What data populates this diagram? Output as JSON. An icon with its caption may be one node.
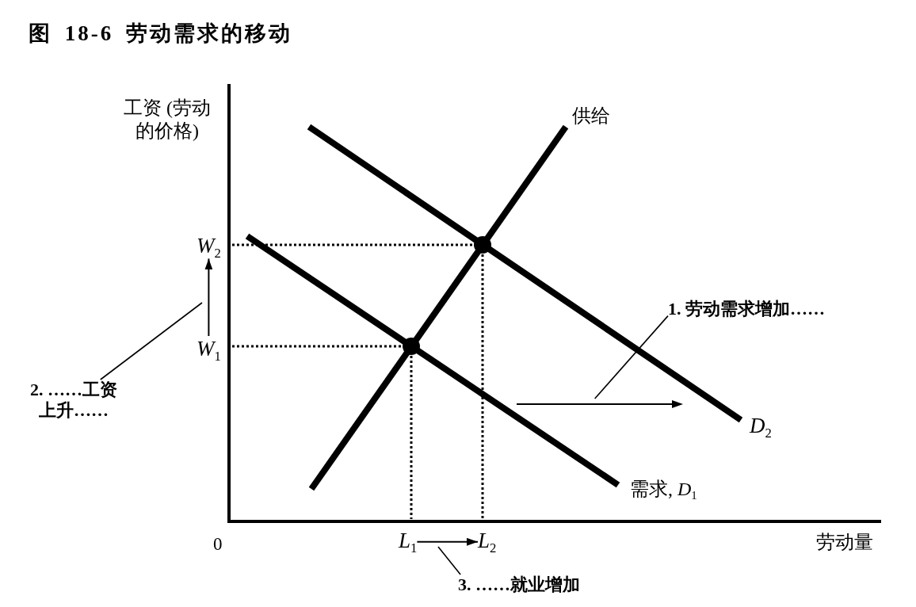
{
  "diagram": {
    "title": "图 18-6 劳动需求的移动",
    "nodes": [
      {
        "text": [
          "*W*$_{2}$"
        ]
      },
      {
        "text": [
          "1. 劳动需求增加……"
        ]
      },
      {
        "text": [
          "*W*$_{1}$"
        ]
      },
      {
        "text": [
          "2. ……工资上升……"
        ]
      },
      {
        "text": [],
        "shape": "arrow"
      },
      {
        "text": [
          "*L*$_{1}$"
        ]
      },
      {
        "text": [
          "*L*$_{2}$"
        ]
      },
      {
        "text": [
          "3. ……就业增加"
        ]
      }
    ],
    "edges": [
      {
        "from": 2,
        "to": 0,
        "arrow": "to"
      },
      {
        "from": 1,
        "to": 4,
        "arrow": "none"
      },
      {
        "from": 3,
        "to": null,
        "arrow": "none"
      },
      {
        "from": 5,
        "to": 6,
        "arrow": "to"
      },
      {
        "from": 7,
        "to": null,
        "arrow": "none"
      }
    ],
    "labels": [
      "工资 (劳动的价格)",
      "供给",
      "*D*$_{2}$",
      "需求, *D*$_{1}$",
      "0",
      "劳动量"
    ]
  }
}
